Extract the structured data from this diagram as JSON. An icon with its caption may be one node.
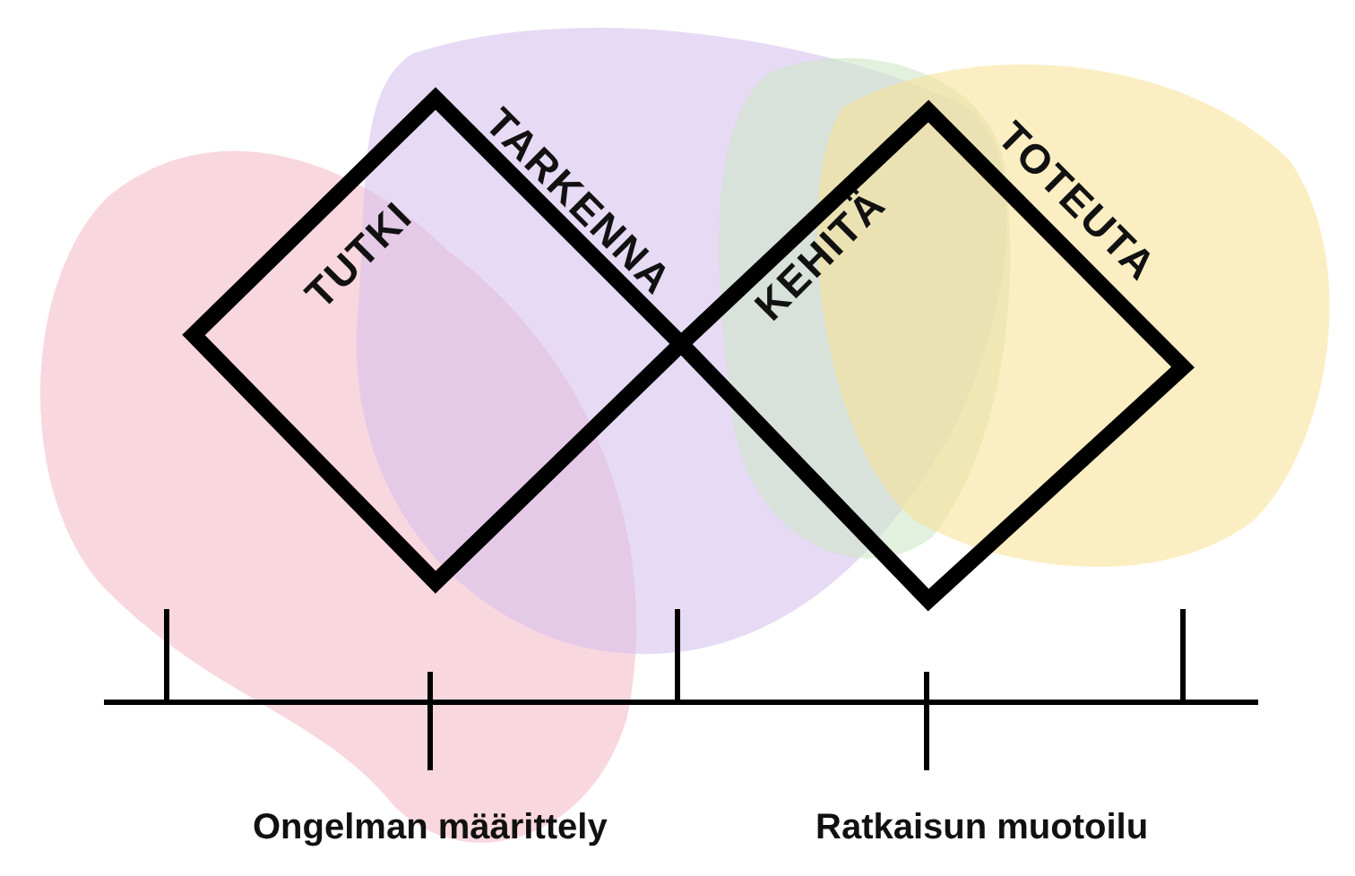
{
  "diagram": {
    "labels": [
      "TUTKI",
      "TARKENNA",
      "KEHITÄ",
      "TOTEUTA",
      "Ongelman määrittely",
      "Ratkaisun muotoilu"
    ]
  }
}
